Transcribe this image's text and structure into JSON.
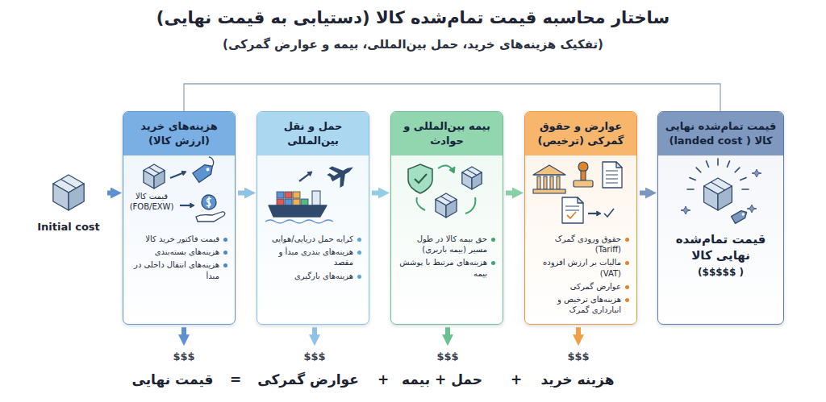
{
  "diagram": {
    "title": "ساختار محاسبه قیمت تمام‌شده کالا (دستیابی به قیمت نهایی)",
    "caption": "(تفکیک هزینه‌های خرید، حمل بین‌المللی، بیمه و عوارض گمرکی)",
    "nodes": [
      {
        "text": [
          "Initial cost"
        ]
      },
      {
        "text": [
          "هزینه‌های خرید (ارزش کالا)",
          "قیمت کالا (FOB/EXW)",
          "قیمت فاکتور خرید کالا",
          "هزینه‌های بسته‌بندی",
          "هزینه‌های انتقال داخلی در مبدأ"
        ]
      },
      {
        "text": [
          "حمل و نقل بین‌المللی",
          "کرایه حمل دریایی/هوایی",
          "هزینه‌های بندری مبدأ و مقصد",
          "هزینه‌های بارگیری"
        ]
      },
      {
        "text": [
          "بیمه بین‌المللی و حوادث",
          "حق بیمه کالا در طول مسیر (بیمه باربری)",
          "هزینه‌های مرتبط با پوشش بیمه"
        ]
      },
      {
        "text": [
          "عوارض و حقوق گمرکی (ترخیص)",
          "حقوق ورودی گمرک (Tariff)",
          "مالیات بر ارزش افزوده (VAT)",
          "عوارض گمرکی",
          "هزینه‌های ترخیص و انبارداری گمرک"
        ]
      },
      {
        "text": [
          "قیمت تمام‌شده نهایی کالا ( landed cost)",
          "قیمت تمام‌شده نهایی کالا",
          "( $$$$$)"
        ]
      }
    ],
    "edges": [
      {
        "from": 0,
        "to": 1,
        "arrow": "to"
      },
      {
        "from": 1,
        "to": 2,
        "arrow": "to"
      },
      {
        "from": 2,
        "to": 3,
        "arrow": "to"
      },
      {
        "from": 3,
        "to": 4,
        "arrow": "to"
      },
      {
        "from": 4,
        "to": 5,
        "arrow": "to"
      }
    ],
    "labels": [
      "$$$",
      "$$$",
      "$$$",
      "$$$",
      "قیمت نهایی",
      "=",
      "عوارض گمرکی",
      "+",
      "حمل + بیمه",
      "+",
      "هزینه خرید"
    ]
  }
}
